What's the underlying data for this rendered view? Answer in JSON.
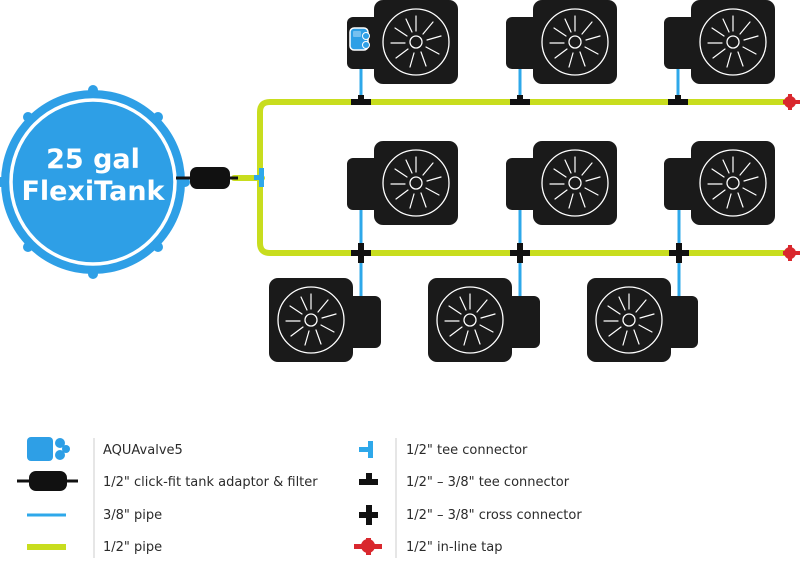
{
  "tank": {
    "line1": "25 gal",
    "line2": "FlexiTank"
  },
  "legend": [
    {
      "icon": "aquavalve-icon",
      "label": "AQUAvalve5"
    },
    {
      "icon": "tank-adaptor-filter-icon",
      "label": "1/2\" click-fit tank adaptor & filter"
    },
    {
      "icon": "pipe-3-8-icon",
      "label": "3/8\" pipe"
    },
    {
      "icon": "pipe-1-2-icon",
      "label": "1/2\" pipe"
    },
    {
      "icon": "tee-connector-icon",
      "label": "1/2\" tee connector"
    },
    {
      "icon": "reducing-tee-connector-icon",
      "label": "1/2\" – 3/8\" tee connector"
    },
    {
      "icon": "cross-connector-icon",
      "label": "1/2\" – 3/8\" cross connector"
    },
    {
      "icon": "inline-tap-icon",
      "label": "1/2\" in-line tap"
    }
  ],
  "colors": {
    "tank_blue": "#2e9fe6",
    "pipe_half_inch": "#c8dd1e",
    "pipe_three_eighth": "#2ea8ea",
    "pot": "#1a1a1a",
    "tap_red": "#d9282e"
  }
}
